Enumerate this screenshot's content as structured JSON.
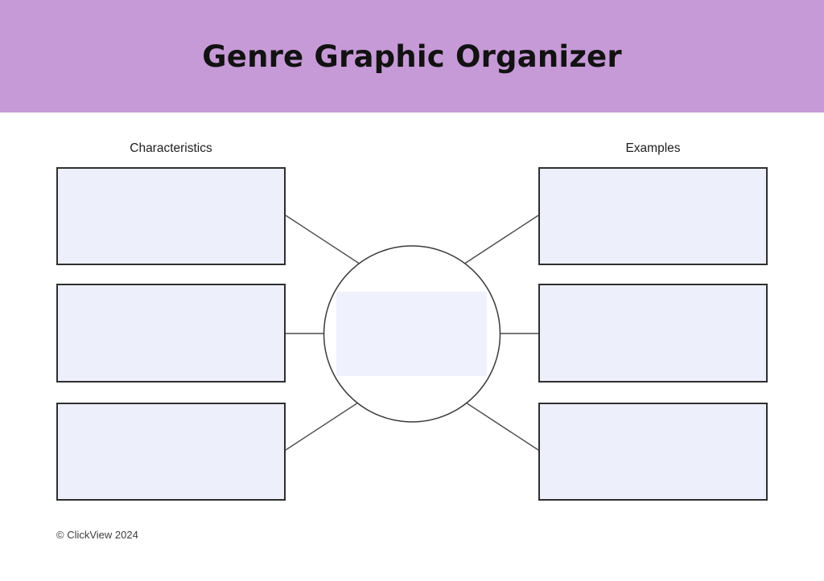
{
  "header": {
    "title": "Genre Graphic Organizer"
  },
  "columns": {
    "left_label": "Characteristics",
    "right_label": "Examples"
  },
  "organizer": {
    "center": {
      "value": ""
    },
    "characteristics": [
      {
        "value": ""
      },
      {
        "value": ""
      },
      {
        "value": ""
      }
    ],
    "examples": [
      {
        "value": ""
      },
      {
        "value": ""
      },
      {
        "value": ""
      }
    ]
  },
  "footer": {
    "copyright": "© ClickView 2024"
  },
  "colors": {
    "page_bg": "#FFFFFF",
    "header_bg": "#C69AD6",
    "title_text": "#121212",
    "label_text": "#1E1E1E",
    "box_fill": "#EDF0FB",
    "box_border": "#2F2F2F",
    "center_fill": "#EFF2FD",
    "circle_fill": "#FFFFFF",
    "circle_border": "#3A3A3A",
    "connector": "#4A4A4A",
    "footer_text": "#3C3C3C"
  }
}
